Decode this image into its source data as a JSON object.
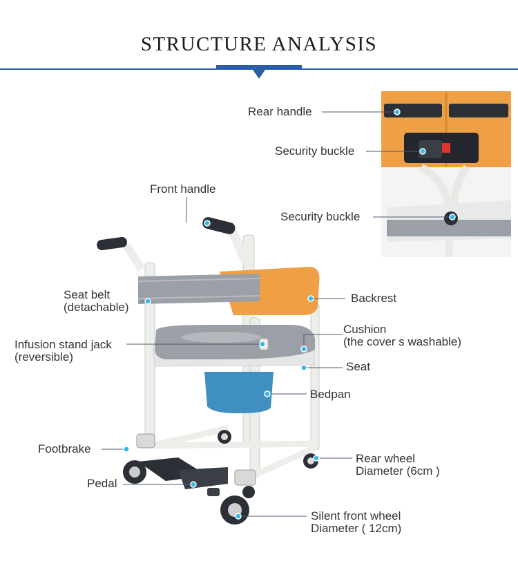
{
  "title": "STRUCTURE ANALYSIS",
  "colors": {
    "accent": "#2a5ea7",
    "frame": "#eceeea",
    "orange": "#f0a044",
    "grey_pad": "#9aa0a6",
    "blue_pan": "#3f8fc0"
  },
  "labels": {
    "rear_handle": "Rear handle",
    "security_buckle_1": "Security buckle",
    "security_buckle_2": "Security buckle",
    "front_handle": "Front handle",
    "seat_belt": "Seat belt",
    "seat_belt_sub": "(detachable)",
    "backrest": "Backrest",
    "infusion": "Infusion stand jack",
    "infusion_sub": "(reversible)",
    "cushion": "Cushion",
    "cushion_sub": "(the cover s washable)",
    "seat": "Seat",
    "bedpan": "Bedpan",
    "footbrake": "Footbrake",
    "pedal": "Pedal",
    "rear_wheel": "Rear wheel",
    "rear_wheel_sub": "Diameter (6cm )",
    "front_wheel": "Silent front wheel",
    "front_wheel_sub": "Diameter ( 12cm)"
  }
}
